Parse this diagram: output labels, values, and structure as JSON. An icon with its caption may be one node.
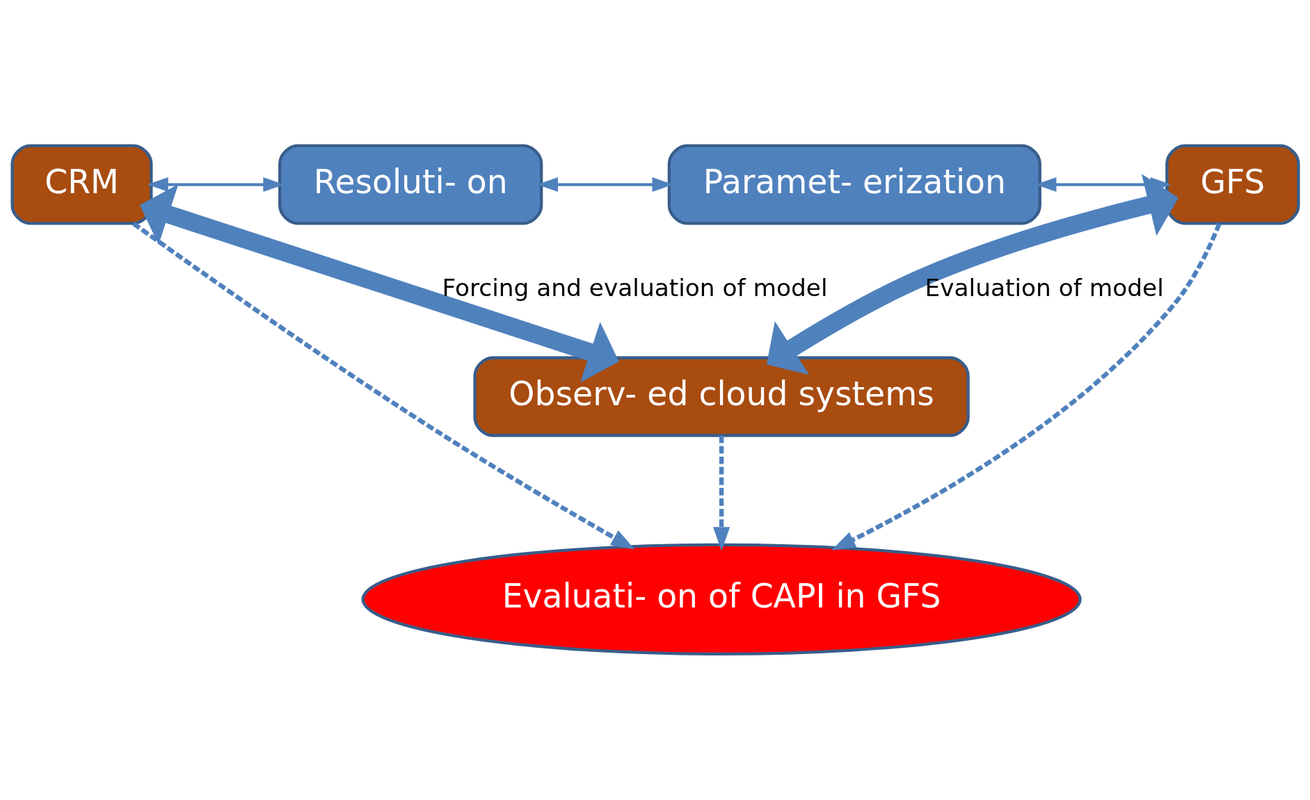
{
  "diagram": {
    "nodes": [
      {
        "text": [
          "CRM"
        ]
      },
      {
        "text": [
          "Resoluti- on"
        ]
      },
      {
        "text": [
          "Paramet- erization"
        ]
      },
      {
        "text": [
          "GFS"
        ]
      },
      {
        "text": [
          "Evaluati- on of CAPI in GFS"
        ]
      },
      {
        "text": [
          "Observ- ed cloud systems"
        ]
      }
    ],
    "edges": [
      {
        "from": 0,
        "to": 1,
        "arrow": "both"
      },
      {
        "from": 1,
        "to": 2,
        "arrow": "both"
      },
      {
        "from": 2,
        "to": 3,
        "arrow": "both"
      },
      {
        "from": 0,
        "to": 4,
        "arrow": "to",
        "style": "dashed"
      },
      {
        "from": 3,
        "to": 4,
        "arrow": "to",
        "style": "dashed"
      },
      {
        "from": 5,
        "to": 4,
        "arrow": "to",
        "style": "dashed"
      },
      {
        "from": 0,
        "to": 5,
        "arrow": "both",
        "style": "thick",
        "label": "Forcing and evaluation of model"
      },
      {
        "from": 3,
        "to": 5,
        "arrow": "both",
        "style": "thick",
        "label": "Evaluation of model"
      }
    ]
  }
}
